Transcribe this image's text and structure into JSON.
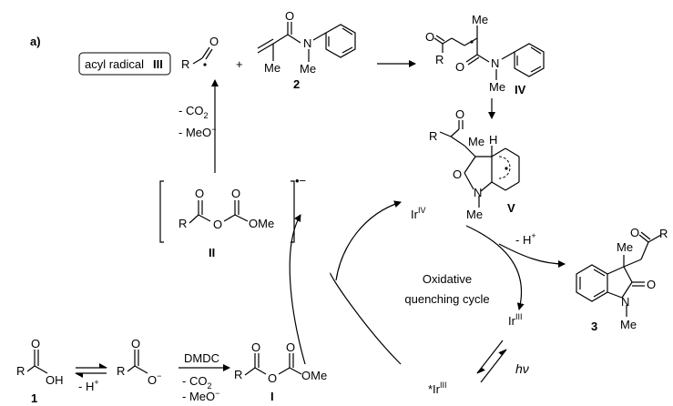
{
  "panel": "a)",
  "acyl_radical": {
    "text": "acyl radical",
    "numeral": "III"
  },
  "reagents": {
    "minus_co2": "- CO",
    "co2_sub": "2",
    "minus_meo": "- MeO",
    "meo_sup": "−"
  },
  "compounds": {
    "c1": "1",
    "c2": "2",
    "c3": "3",
    "cI": "I",
    "cII": "II",
    "cIV": "IV",
    "cV": "V"
  },
  "atoms": {
    "R": "R",
    "O": "O",
    "N": "N",
    "H": "H",
    "Me": "Me",
    "OMe": "OMe",
    "OH": "OH",
    "Ominus": "O"
  },
  "deprotonation": {
    "text": "- H",
    "sup": "+"
  },
  "dmdc": {
    "label": "DMDC",
    "minus_co2": "- CO",
    "co2_sub": "2",
    "minus_meo": "- MeO",
    "meo_sup": "−"
  },
  "radical_anion_charge": "•−",
  "iridium": {
    "ir4": "Ir",
    "ir4_sup": "IV",
    "ir3": "Ir",
    "ir3_sup": "III",
    "ir3_star": "*Ir",
    "ir3_star_sup": "III"
  },
  "cycle": {
    "line1": "Oxidative",
    "line2": "quenching cycle"
  },
  "light": "hν"
}
